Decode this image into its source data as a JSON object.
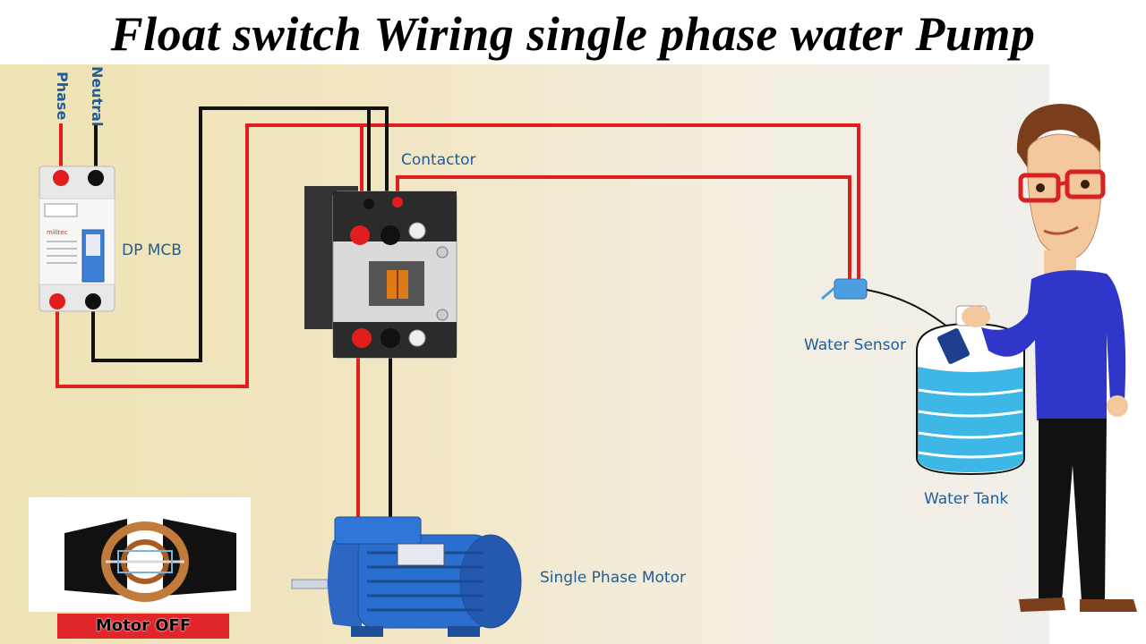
{
  "title": "Float switch Wiring single phase water Pump",
  "labels": {
    "phase": "Phase",
    "neutral": "Neutral",
    "dp_mcb": "DP MCB",
    "contactor": "Contactor",
    "water_sensor": "Water Sensor",
    "water_tank": "Water Tank",
    "single_phase_motor": "Single Phase Motor",
    "motor_off": "Motor OFF"
  },
  "mcb_brand": "milltec",
  "colors": {
    "phase_wire": "#e11d1d",
    "neutral_wire": "#111111",
    "label_blue": "#1f5d99",
    "motor_blue": "#2a6fd0",
    "tank_water": "#3cb7e6",
    "shirt": "#2f36c9"
  }
}
